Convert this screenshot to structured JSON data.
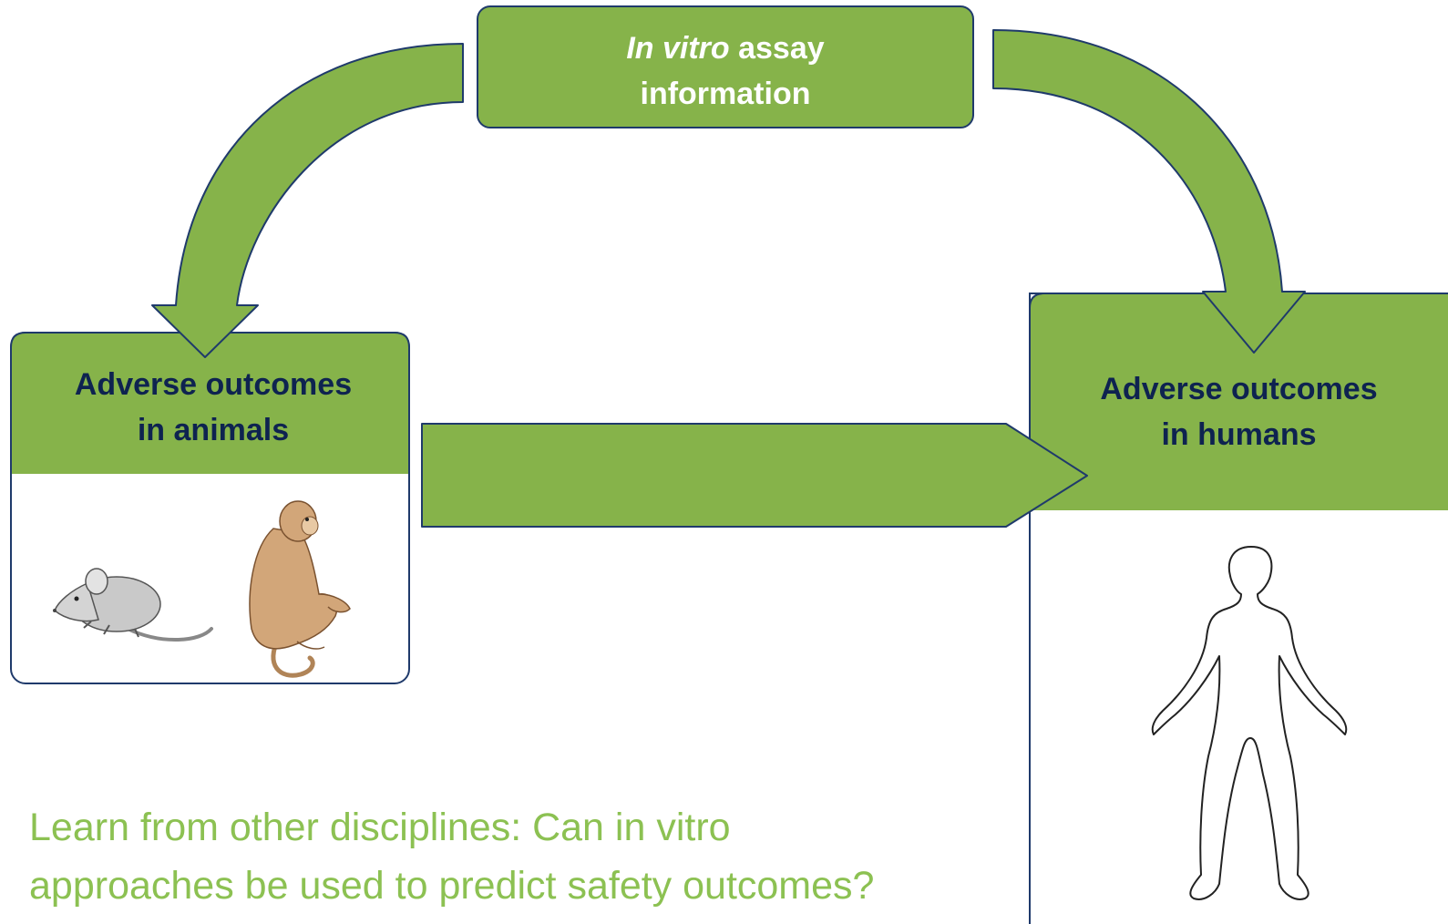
{
  "assay_box": {
    "title_italic": "In vitro",
    "title_rest": " assay",
    "title_line2": "information"
  },
  "animal_box": {
    "line1": "Adverse outcomes",
    "line2": "in animals",
    "images": [
      "mouse-illustration",
      "monkey-illustration"
    ]
  },
  "human_box": {
    "line1": "Adverse outcomes",
    "line2": "in humans",
    "images": [
      "human-body-outline"
    ]
  },
  "question": {
    "line1": "Learn from other disciplines: Can in vitro",
    "line2": "approaches be used to predict safety outcomes?"
  },
  "colors": {
    "accent_green": "#86b34a",
    "border_navy": "#1f3a6b",
    "heading_navy": "#0e2350",
    "question_green": "#8cc152"
  }
}
